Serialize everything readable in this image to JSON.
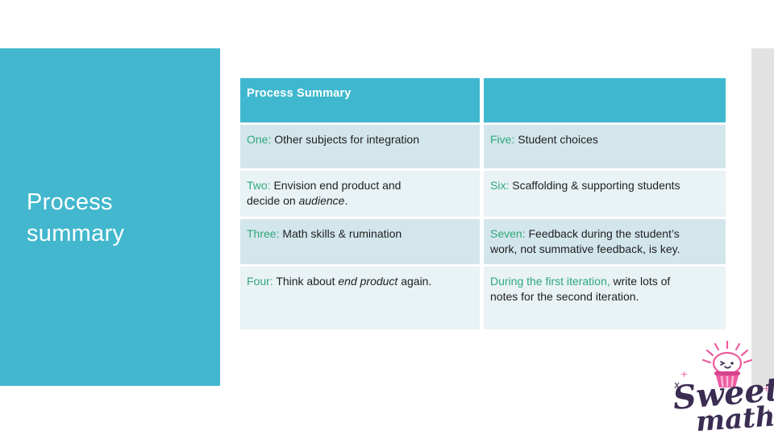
{
  "slide": {
    "panel_title_line1": "Process",
    "panel_title_line2": "summary"
  },
  "table": {
    "header": "Process Summary",
    "rows": [
      {
        "left": {
          "label": "One: ",
          "pre": "Other subjects for integration"
        },
        "right": {
          "label": "Five: ",
          "pre": "Student choices"
        }
      },
      {
        "left": {
          "label": "Two: ",
          "pre": "Envision end product and decide on ",
          "em": "audience",
          "post": "."
        },
        "right": {
          "label": "Six: ",
          "pre": "Scaffolding & supporting students"
        }
      },
      {
        "left": {
          "label": "Three: ",
          "pre": "Math skills & rumination"
        },
        "right": {
          "label": "Seven: ",
          "pre": "Feedback during the student’s work, not summative feedback, is key."
        }
      },
      {
        "left": {
          "label": "Four: ",
          "pre": "Think about ",
          "em": "end product",
          "post": " again."
        },
        "right": {
          "label": "During the first iteration,",
          "pre": " write lots of notes for the second iteration."
        }
      }
    ]
  },
  "logo": {
    "line1": "Sweet",
    "line2": "math"
  },
  "colors": {
    "teal": "#42b7ce",
    "header_teal": "#3fb8cf",
    "band_dark": "#d3e6ec",
    "band_light": "#e9f2f5",
    "label_green": "#2fa87a",
    "body_text": "#1f1f1f",
    "side_bar_gray": "#e2e2e2",
    "logo_purple": "#3b2c52",
    "logo_pink": "#ee5b9f"
  }
}
